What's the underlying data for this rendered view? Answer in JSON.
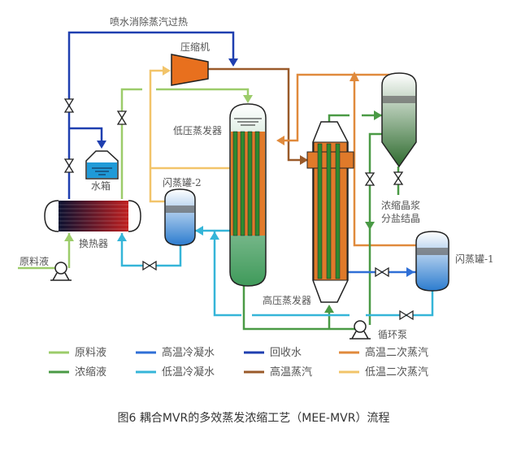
{
  "labels": {
    "spray_water": "喷水消除蒸汽过热",
    "compressor": "压缩机",
    "low_pressure_evaporator": "低压蒸发器",
    "flash_tank_2": "闪蒸罐-2",
    "water_tank": "水箱",
    "heat_exchanger": "换热器",
    "raw_liquid": "原料液",
    "high_pressure_evaporator": "高压蒸发器",
    "crystal_slurry_line1": "浓缩晶浆",
    "crystal_slurry_line2": "分盐结晶",
    "flash_tank_1": "闪蒸罐-1",
    "circulation_pump": "循环泵"
  },
  "legend": [
    {
      "label": "原料液",
      "color": "#9ccc6a"
    },
    {
      "label": "高温冷凝水",
      "color": "#2f6fd6"
    },
    {
      "label": "回收水",
      "color": "#1f3fb0"
    },
    {
      "label": "高温二次蒸汽",
      "color": "#e08a3c"
    },
    {
      "label": "浓缩液",
      "color": "#4a9a45"
    },
    {
      "label": "低温冷凝水",
      "color": "#35b5d8"
    },
    {
      "label": "高温蒸汽",
      "color": "#9a5a2a"
    },
    {
      "label": "低温二次蒸汽",
      "color": "#f2c46a"
    }
  ],
  "caption": "图6 耦合MVR的多效蒸发浓缩工艺（MEE-MVR）流程"
}
